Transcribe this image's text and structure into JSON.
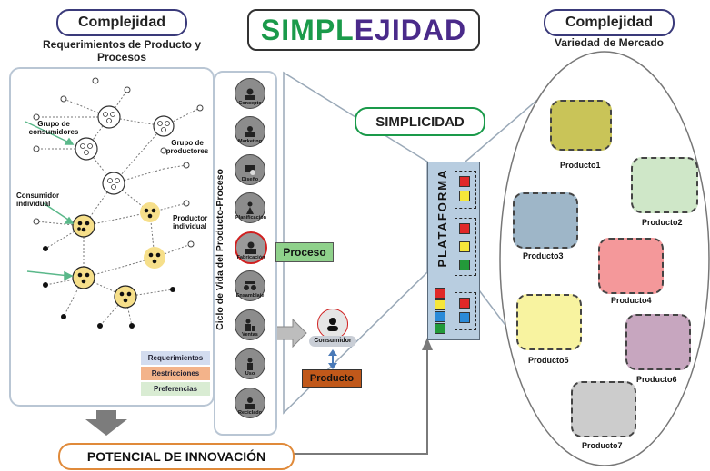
{
  "header": {
    "left_title": "Complejidad",
    "left_subtitle_line1": "Requerimientos de Producto y",
    "left_subtitle_line2": "Procesos",
    "center_title_part1": "SIMPL",
    "center_title_part2": "EJIDAD",
    "right_title": "Complejidad",
    "right_subtitle": "Variedad de Mercado"
  },
  "network": {
    "label_grupo_consumidores": "Grupo de consumidores",
    "label_grupo_productores": "Grupo de productores",
    "label_consumidor_individual": "Consumidor individual",
    "label_productor_individual": "Productor individual"
  },
  "legend": [
    "Requerimientos",
    "Restricciones",
    "Preferencias"
  ],
  "lifecycle": {
    "vertical_title": "Ciclo de Vida del Producto-Proceso",
    "stages": [
      "Concepto",
      "Marketing",
      "Diseño",
      "Planificación",
      "Fabricación",
      "Ensamblaje",
      "Ventas",
      "Uso",
      "Reciclado"
    ]
  },
  "proceso_label": "Proceso",
  "consumidor_label": "Consumidor",
  "producto_label": "Producto",
  "simplicidad_label": "SIMPLICIDAD",
  "plataforma_label": "PLATAFORMA",
  "products": [
    "Producto1",
    "Producto2",
    "Producto3",
    "Producto4",
    "Producto5",
    "Producto6",
    "Producto7"
  ],
  "innovacion_label": "POTENCIAL DE INNOVACIÓN",
  "colors": {
    "simpl_green": "#1a9a4a",
    "ejidad_purple": "#4a2a8a",
    "proceso_green": "#8fd18b",
    "producto_orange": "#c0581a",
    "plataforma_blue": "#b8cde0",
    "req_blue": "#d3dcef",
    "restr_orange": "#f3b38a",
    "pref_green": "#d9ecd3"
  }
}
